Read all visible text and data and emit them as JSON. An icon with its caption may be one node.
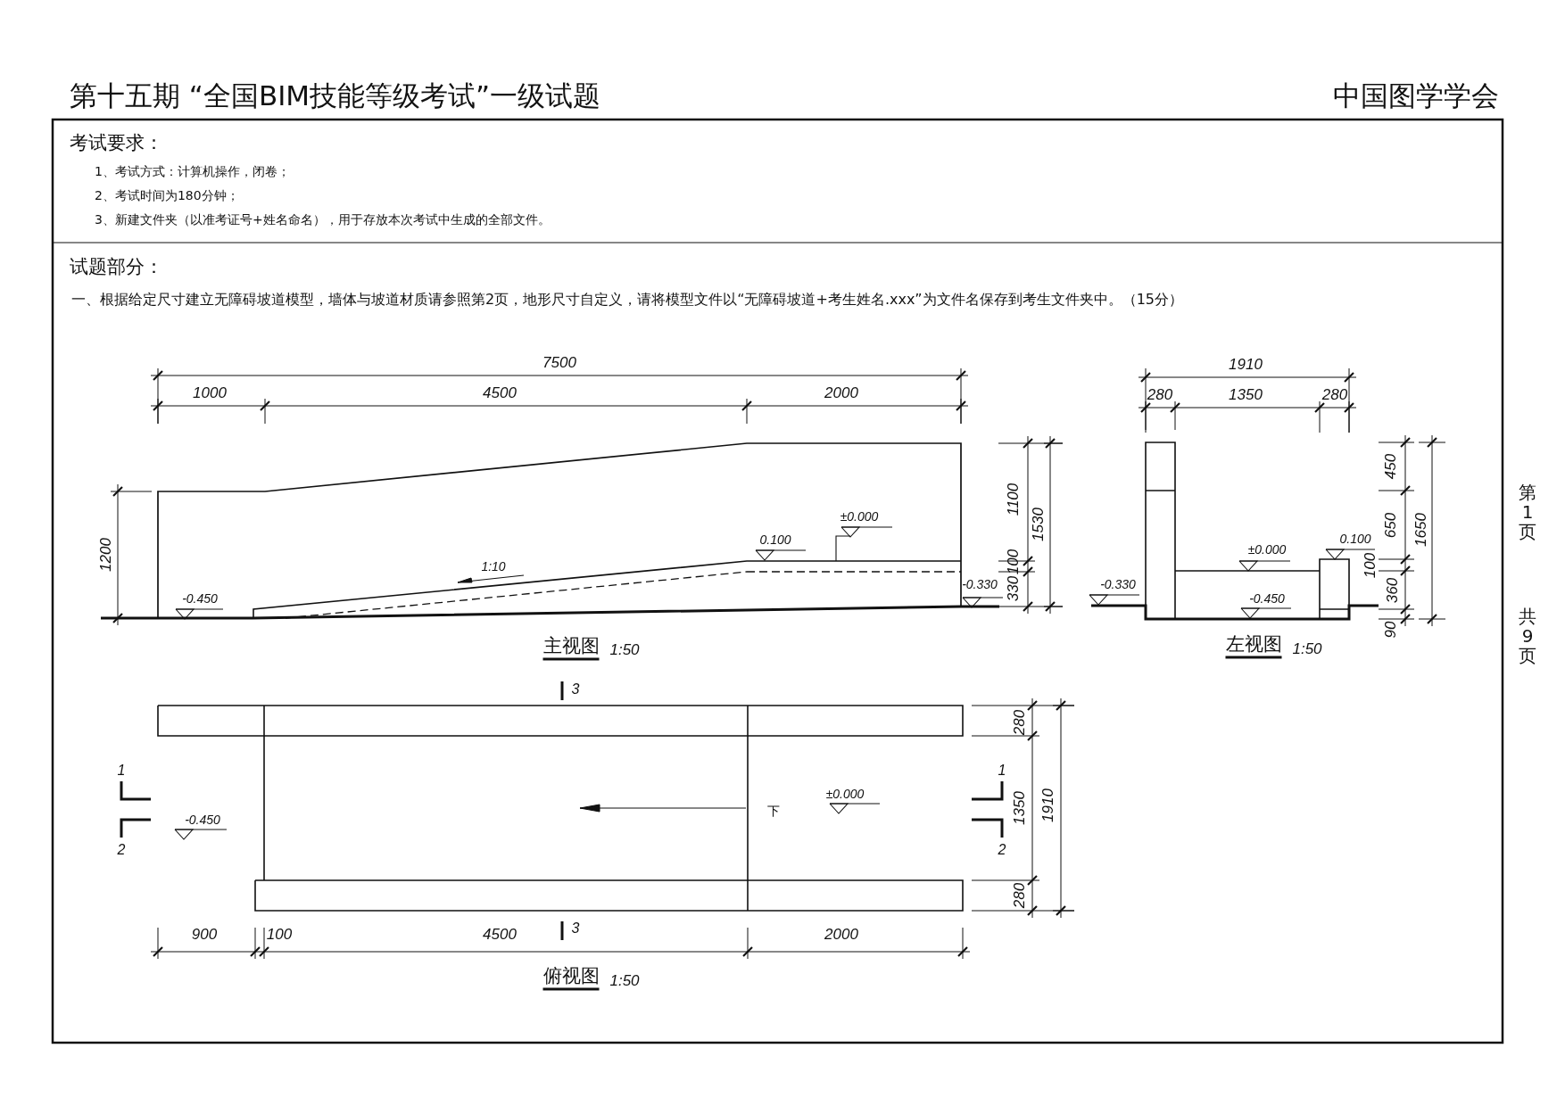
{
  "diagram": {
    "title": "第十五期 “全国BIM技能等级考试”一级试题",
    "labels": [
      "中国图学学会",
      "考试要求：",
      "1、考试方式：计算机操作，闭卷；",
      "2、考试时间为180分钟；",
      "3、新建文件夹（以准考证号+姓名命名），用于存放本次考试中生成的全部文件。",
      "试题部分：",
      "一、根据给定尺寸建立无障碍坡道模型，墙体与坡道材质请参照第2页，地形尺寸自定义，请将模型文件以“无障碍坡道+考生姓名.xxx”为文件名保存到考生文件夹中。（15分）",
      "7500",
      "1000",
      "4500",
      "2000",
      "1200",
      "1100",
      "1530",
      "±0.000",
      "0.100",
      "1:10",
      "100",
      "-0.450",
      "-0.330",
      "330",
      "主视图",
      "1:50",
      "1910",
      "280",
      "1350",
      "280",
      "450",
      "650",
      "1650",
      "0.100",
      "±0.000",
      "100",
      "-0.330",
      "360",
      "-0.450",
      "90",
      "左视图",
      "1:50",
      "第1页",
      "共9页",
      "3",
      "280",
      "1",
      "1",
      "-0.450",
      "下",
      "±0.000",
      "1350",
      "1910",
      "2",
      "2",
      "280",
      "3",
      "900",
      "100",
      "4500",
      "2000",
      "俯视图",
      "1:50"
    ]
  }
}
